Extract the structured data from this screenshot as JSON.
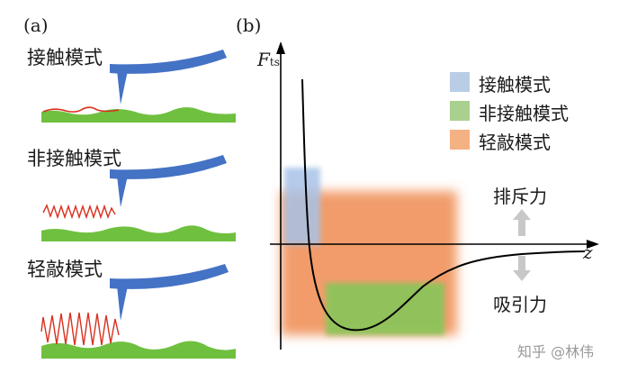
{
  "panel_a": {
    "label": "(a)",
    "modes": [
      "接触模式",
      "非接触模式",
      "轻敲模式"
    ]
  },
  "panel_b": {
    "label": "(b)",
    "y_axis_symbol": "F",
    "y_axis_subscript": "ts",
    "x_axis_symbol": "z",
    "legend": [
      {
        "label": "接触模式",
        "color": "#b9cde6"
      },
      {
        "label": "非接触模式",
        "color": "#a9d08e"
      },
      {
        "label": "轻敲模式",
        "color": "#f4b183"
      }
    ],
    "repulsive_label": "排斥力",
    "attractive_label": "吸引力"
  },
  "colors": {
    "cantilever": "#4472c4",
    "sample": "#70c040",
    "trace": "#d9301e",
    "contact_region": "#a8c3e8",
    "noncontact_region": "#8cc45a",
    "tapping_region": "#f0925a",
    "arrow": "#c8c8c8"
  },
  "watermark": "知乎 @林伟"
}
